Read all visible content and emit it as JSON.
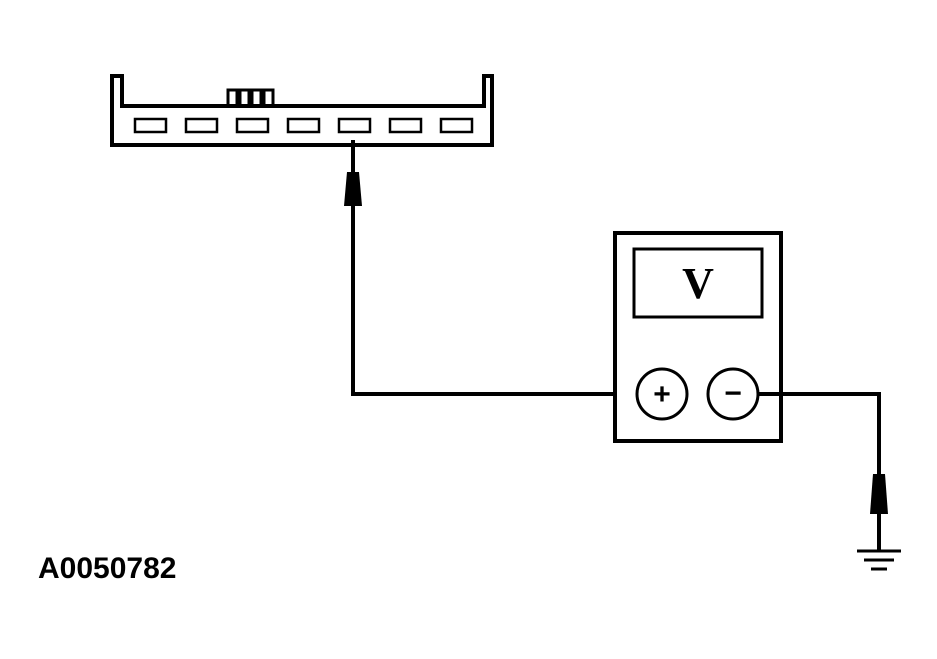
{
  "figure_id": "A0050782",
  "meter": {
    "display_symbol": "V",
    "positive_terminal_symbol": "+",
    "negative_terminal_symbol": "−"
  },
  "colors": {
    "line": "#000000",
    "background": "#ffffff"
  },
  "connector": {
    "pin_count": 7,
    "probed_pin": 5
  }
}
